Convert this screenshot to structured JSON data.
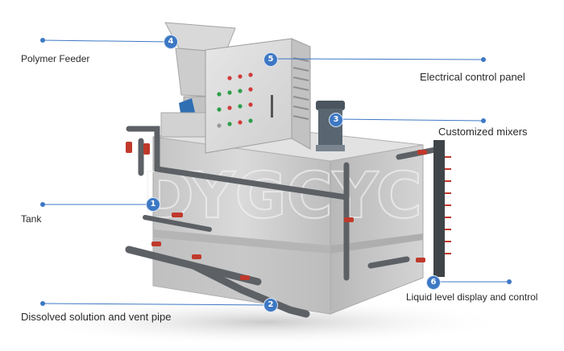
{
  "labels": {
    "polymer_feeder": "Polymer Feeder",
    "electrical_control_panel": "Electrical control panel",
    "customized_mixers": "Customized mixers",
    "tank": "Tank",
    "dissolved_solution_pipe": "Dissolved solution and vent pipe",
    "liquid_level_display": "Liquid level display and control"
  },
  "markers": {
    "tank": "1",
    "dissolved_solution_pipe": "2",
    "customized_mixers": "3",
    "polymer_feeder": "4",
    "electrical_control_panel": "5",
    "liquid_level_display": "6"
  },
  "watermark": "DYGCYC",
  "colors": {
    "marker": "#3d78c4",
    "leader_line": "#3d78c4",
    "tank_body": "#c9c9c9",
    "panel": "#dcdcdc",
    "pipe": "#5f6368",
    "valve": "#c0392b"
  }
}
